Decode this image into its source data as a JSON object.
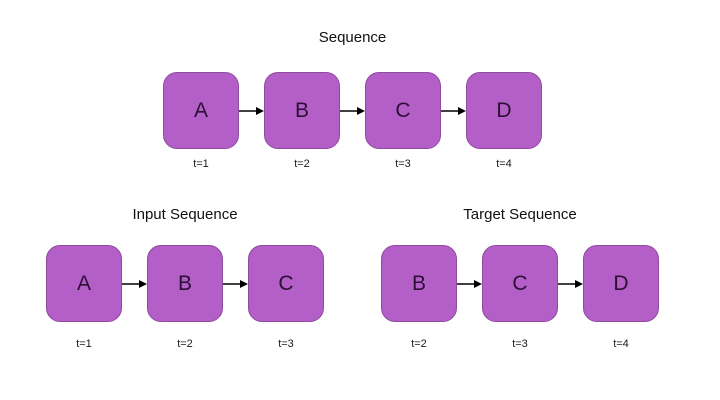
{
  "diagram": {
    "background": "#ffffff",
    "node_fill": "#b45fc8",
    "node_border": "#8f4b9e",
    "node_text_color": "#2c1033",
    "arrow_color": "#000000",
    "groups": [
      {
        "id": "sequence",
        "title": "Sequence",
        "nodes": [
          {
            "label": "A",
            "time": "t=1"
          },
          {
            "label": "B",
            "time": "t=2"
          },
          {
            "label": "C",
            "time": "t=3"
          },
          {
            "label": "D",
            "time": "t=4"
          }
        ]
      },
      {
        "id": "input-sequence",
        "title": "Input Sequence",
        "nodes": [
          {
            "label": "A",
            "time": "t=1"
          },
          {
            "label": "B",
            "time": "t=2"
          },
          {
            "label": "C",
            "time": "t=3"
          }
        ]
      },
      {
        "id": "target-sequence",
        "title": "Target Sequence",
        "nodes": [
          {
            "label": "B",
            "time": "t=2"
          },
          {
            "label": "C",
            "time": "t=3"
          },
          {
            "label": "D",
            "time": "t=4"
          }
        ]
      }
    ]
  }
}
